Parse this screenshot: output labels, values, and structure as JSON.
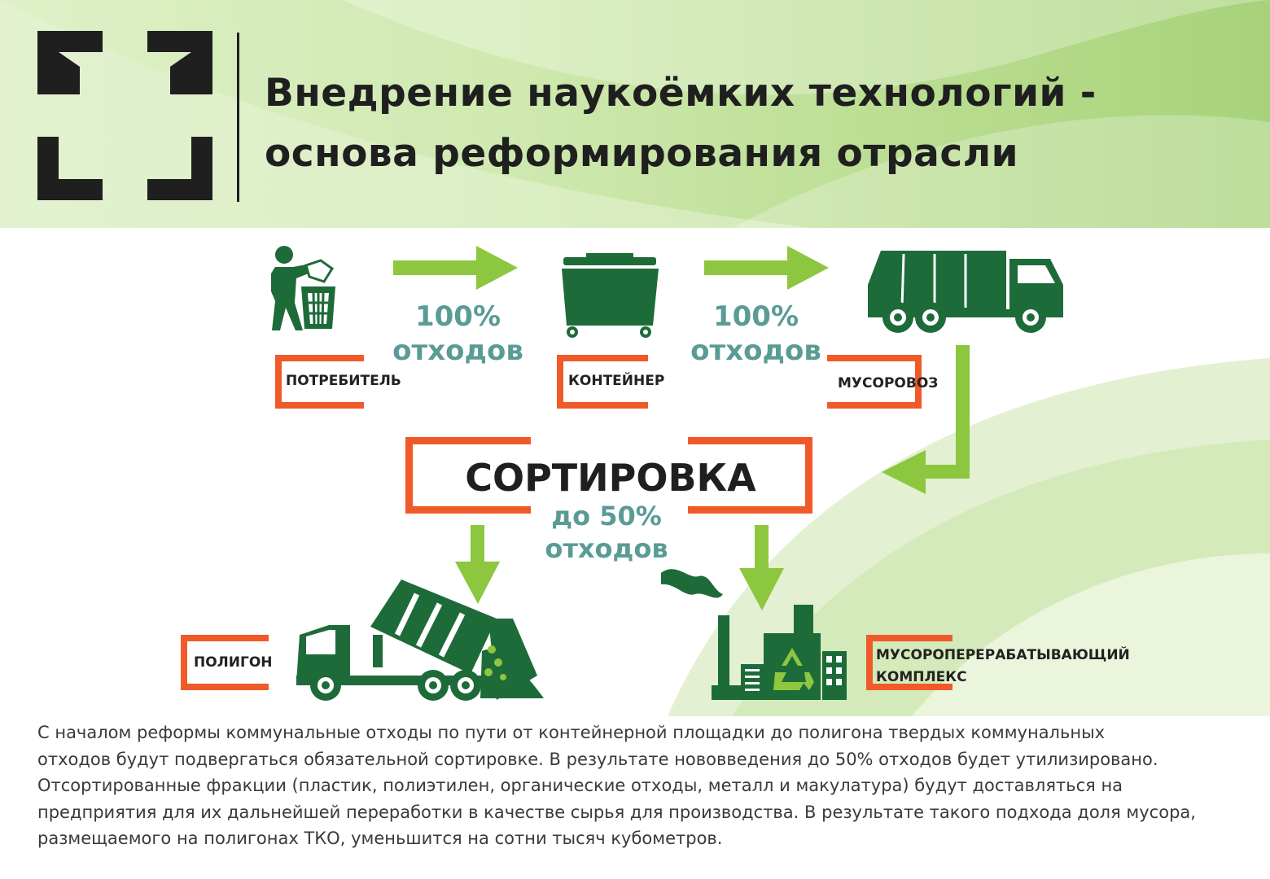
{
  "header": {
    "title_line1": "Внедрение наукоёмких технологий -",
    "title_line2": "основа реформирования отрасли"
  },
  "flow": {
    "consumer_label": "ПОТРЕБИТЕЛЬ",
    "container_label": "КОНТЕЙНЕР",
    "truck_label": "МУСОРОВОЗ",
    "step1_percent": "100%",
    "step1_unit": "отходов",
    "step2_percent": "100%",
    "step2_unit": "отходов",
    "sorting_title": "СОРТИРОВКА",
    "sorting_percent": "до 50%",
    "sorting_unit": "отходов",
    "landfill_label": "ПОЛИГОН",
    "plant_label_line1": "МУСОРОПЕРЕРАБАТЫВАЮЩИЙ",
    "plant_label_line2": "КОМПЛЕКС"
  },
  "description": {
    "line1": "С началом реформы коммунальные отходы по пути от контейнерной площадки до полигона твердых коммунальных",
    "line2": "отходов будут подвергаться обязательной сортировке. В результате нововведения до 50% отходов будет утилизировано.",
    "line3": "Отсортированные фракции (пластик, полиэтилен, органические отходы, металл и макулатура) будут доставляться на",
    "line4": "предприятия для их дальнейшей переработки в качестве сырья для производства. В результате такого подхода доля мусора,",
    "line5": "размещаемого на полигонах ТКО, уменьшится  на сотни тысяч кубометров."
  },
  "colors": {
    "icon_green": "#1e6b3a",
    "arrow_green": "#8dc63f",
    "bracket_orange": "#f05a28",
    "percent_teal": "#5a9b96",
    "header_green": "#b8dc8e"
  },
  "icons": {
    "logo": "square-bracket-logo-icon",
    "consumer": "person-throwing-trash-icon",
    "container": "dumpster-container-icon",
    "truck": "garbage-truck-icon",
    "landfill": "dump-truck-unloading-icon",
    "plant": "recycling-factory-icon"
  }
}
